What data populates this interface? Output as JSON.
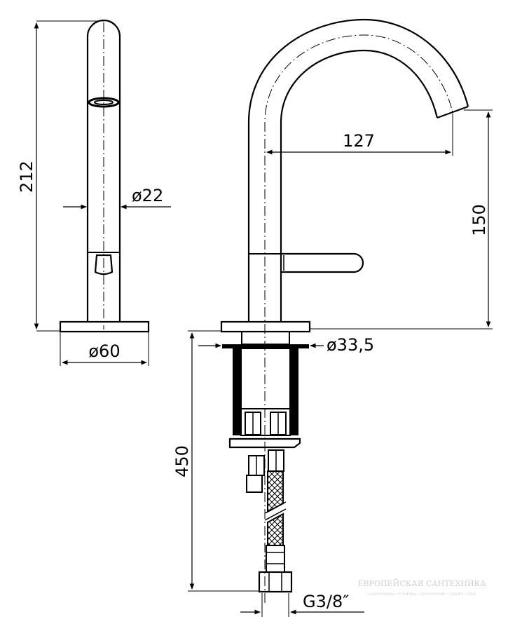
{
  "dimensions": {
    "side_height": "212",
    "side_body_diameter": "ø22",
    "side_base_diameter": "ø60",
    "spout_reach": "127",
    "spout_height": "150",
    "mount_diameter": "ø33,5",
    "hose_length": "450",
    "thread": "G3/8″"
  },
  "watermark": {
    "line1": "ЕВРОПЕЙСКАЯ САНТЕХНИКА",
    "line2": "САНТЕХНИКА • ПЛИТКА • ОТОПЛЕНИЕ • СПОРТ • СПА"
  },
  "colors": {
    "ink": "#000000",
    "watermark": "#cfcfcf"
  }
}
